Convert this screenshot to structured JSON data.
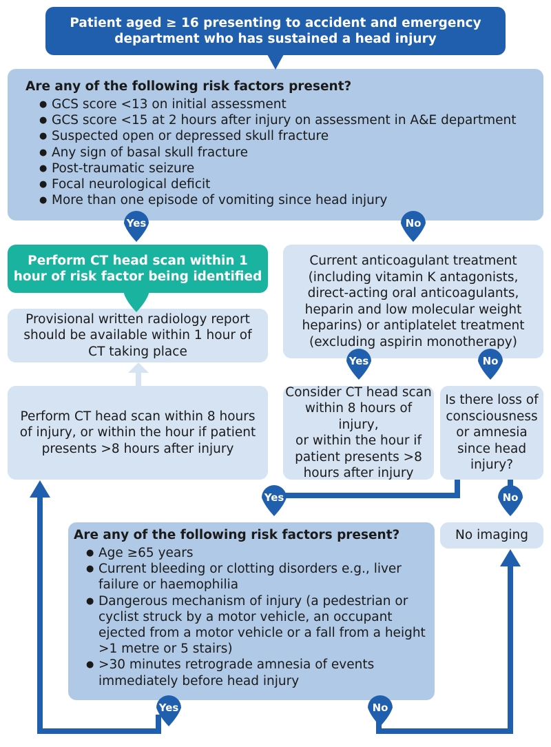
{
  "start": {
    "line1": "Patient aged ≥ 16 presenting to accident and emergency",
    "line2": "department who has sustained a head injury"
  },
  "risk1": {
    "heading": "Are any of the following risk factors present?",
    "items": [
      "GCS score <13 on initial assessment",
      "GCS score <15 at 2 hours after injury on assessment in A&E department",
      "Suspected open or depressed skull fracture",
      "Any sign of basal skull fracture",
      "Post-traumatic seizure",
      "Focal neurological deficit",
      "More than one episode of vomiting since head injury"
    ]
  },
  "ct1": {
    "line1": "Perform CT head scan within 1",
    "line2": "hour of risk factor being identified"
  },
  "report": {
    "line1": "Provisional written radiology report",
    "line2": "should be available within 1 hour of",
    "line3": "CT taking place"
  },
  "ct8": {
    "line1": "Perform CT head scan within 8 hours",
    "line2": "of injury, or within the hour if patient",
    "line3": "presents >8 hours after injury"
  },
  "anticoag": {
    "line1": "Current anticoagulant treatment",
    "line2": "(including vitamin K antagonists,",
    "line3": "direct-acting oral anticoagulants,",
    "line4": "heparin and low molecular weight",
    "line5": "heparins) or antiplatelet treatment",
    "line6": "(excluding aspirin monotherapy)"
  },
  "consider": {
    "line1": "Consider CT head scan",
    "line2": "within 8 hours of injury,",
    "line3": "or within the hour if",
    "line4": "patient presents >8",
    "line5": "hours after injury"
  },
  "loss": {
    "line1": "Is there loss of",
    "line2": "consciousness",
    "line3": "or amnesia",
    "line4": "since head",
    "line5": "injury?"
  },
  "noimaging": {
    "label": "No imaging"
  },
  "risk2": {
    "heading": "Are any of the following risk factors present?",
    "items": [
      "Age ≥65 years",
      "Current bleeding or clotting disorders e.g., liver failure or haemophilia",
      "Dangerous mechanism of injury (a pedestrian or cyclist struck by a motor vehicle, an occupant ejected from a motor vehicle or a fall from a height >1 metre or 5 stairs)",
      ">30 minutes retrograde amnesia of events immediately before head injury"
    ]
  },
  "pins": {
    "yes": "Yes",
    "no": "No"
  },
  "colors": {
    "dark_blue": "#1f5fae",
    "mid_blue": "#b0c9e6",
    "light_blue": "#d5e3f3",
    "teal": "#1ab3a0"
  }
}
